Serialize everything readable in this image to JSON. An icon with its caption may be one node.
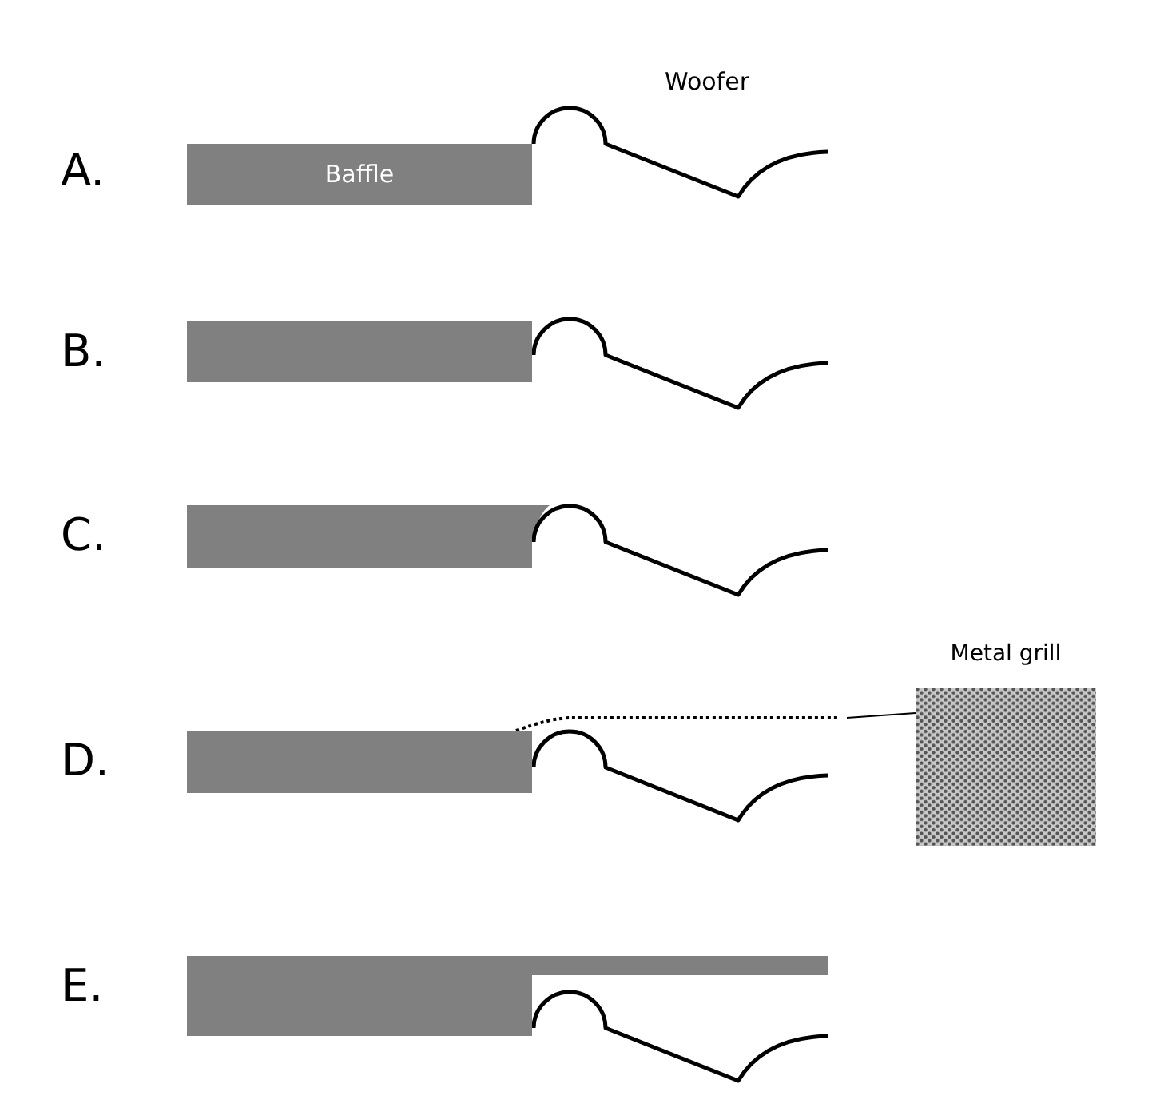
{
  "diagram": {
    "nodes": [
      {
        "text": [
          "Baffle"
        ]
      },
      {
        "text": [],
        "shape": "bar"
      },
      {
        "text": [],
        "shape": "bar"
      },
      {
        "text": [],
        "shape": "bar"
      },
      {
        "text": [],
        "shape": "bar"
      },
      {
        "text": [
          "Metal grill"
        ]
      },
      {
        "text": [],
        "shape": "line"
      }
    ],
    "edges": [
      {
        "from": 5,
        "to": 6,
        "arrow": "none"
      }
    ],
    "labels": [
      "A.",
      "Woofer",
      "B.",
      "C.",
      "D.",
      "E."
    ]
  }
}
